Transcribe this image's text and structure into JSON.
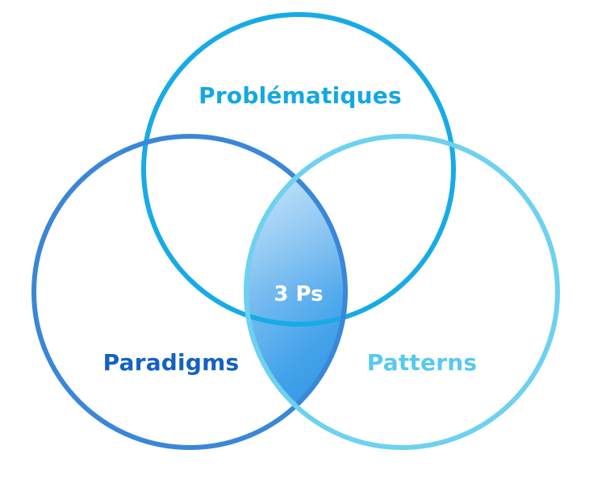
{
  "diagram": {
    "circles": {
      "top": {
        "label": "Problématiques",
        "stroke": "#17ABE6",
        "text_color": "#14A7E4"
      },
      "left": {
        "label": "Paradigms",
        "stroke": "#3A86D8",
        "text_color": "#1362C2"
      },
      "right": {
        "label": "Patterns",
        "stroke": "#6DD1F0",
        "text_color": "#57C9EE"
      }
    },
    "center": {
      "label": "3 Ps",
      "fill_light": "#C6E3F8",
      "fill_mid": "#3FA0EA",
      "fill_dark": "#0C63C8",
      "text_color": "#FFFFFF"
    }
  }
}
